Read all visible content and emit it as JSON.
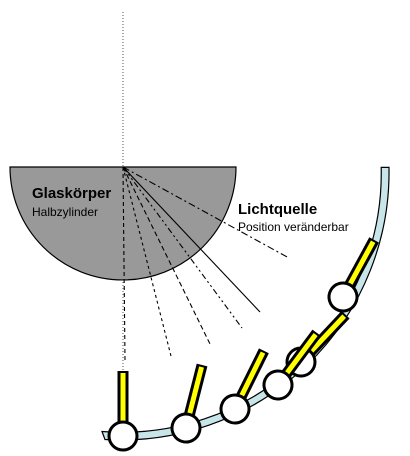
{
  "glass_body": {
    "title": "Glaskörper",
    "subtitle": "Halbzylinder",
    "color": "#999999"
  },
  "light_source": {
    "title": "Lichtquelle",
    "subtitle": "Position veränderbar",
    "color": "#ffff00"
  },
  "rail": {
    "color": "#c8e6ea"
  },
  "lamp_count": 6
}
